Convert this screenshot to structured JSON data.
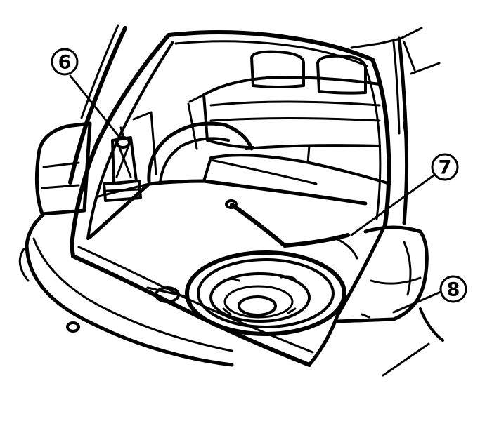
{
  "callouts": [
    {
      "id": "6",
      "label": "6",
      "part": "jack"
    },
    {
      "id": "7",
      "label": "7",
      "part": "wheel-brace"
    },
    {
      "id": "8",
      "label": "8",
      "part": "spare-wheel"
    }
  ],
  "colors": {
    "ink": "#000000",
    "paper": "#ffffff"
  }
}
